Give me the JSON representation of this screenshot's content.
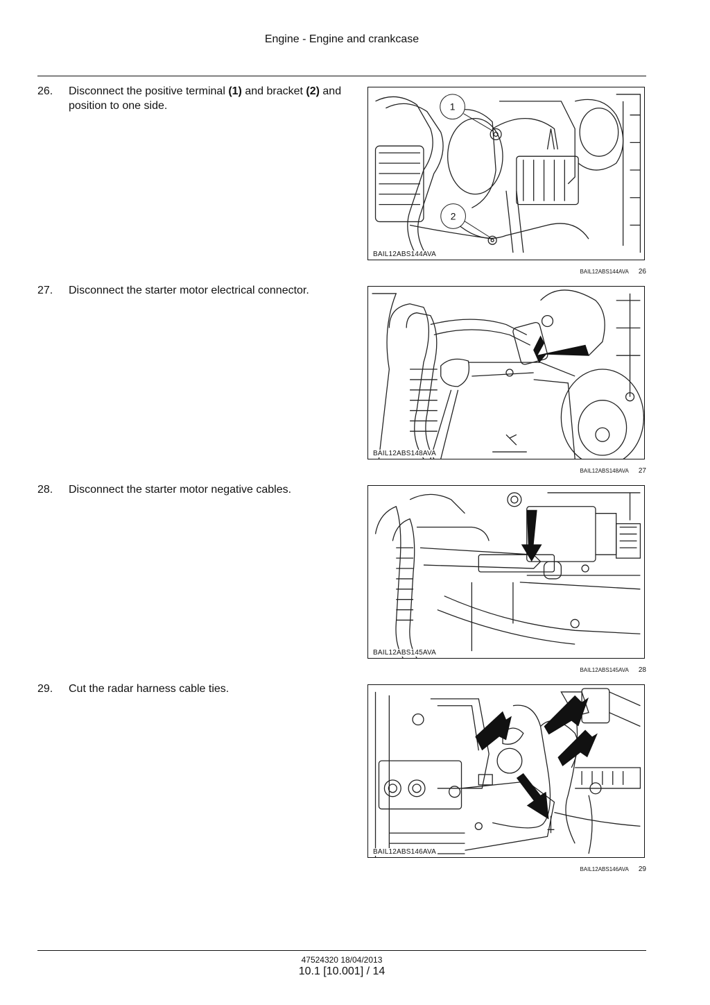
{
  "header": {
    "title": "Engine - Engine and crankcase"
  },
  "steps": [
    {
      "number": "26.",
      "text_parts": [
        "Disconnect the positive terminal ",
        "(1)",
        " and bracket ",
        "(2)",
        " and position to one side."
      ],
      "figure_code": "BAIL12ABS144AVA",
      "caption_code": "BAIL12ABS144AVA",
      "figure_number": "26",
      "callouts": [
        "1",
        "2"
      ]
    },
    {
      "number": "27.",
      "text": "Disconnect the starter motor electrical connector.",
      "figure_code": "BAIL12ABS148AVA",
      "caption_code": "BAIL12ABS148AVA",
      "figure_number": "27"
    },
    {
      "number": "28.",
      "text": "Disconnect the starter motor negative cables.",
      "figure_code": "BAIL12ABS145AVA",
      "caption_code": "BAIL12ABS145AVA",
      "figure_number": "28"
    },
    {
      "number": "29.",
      "text": "Cut the radar harness cable ties.",
      "figure_code": "BAIL12ABS146AVA",
      "caption_code": "BAIL12ABS146AVA",
      "figure_number": "29"
    }
  ],
  "footer": {
    "doc_ref": "47524320 18/04/2013",
    "page_ref": "10.1 [10.001] / 14"
  }
}
